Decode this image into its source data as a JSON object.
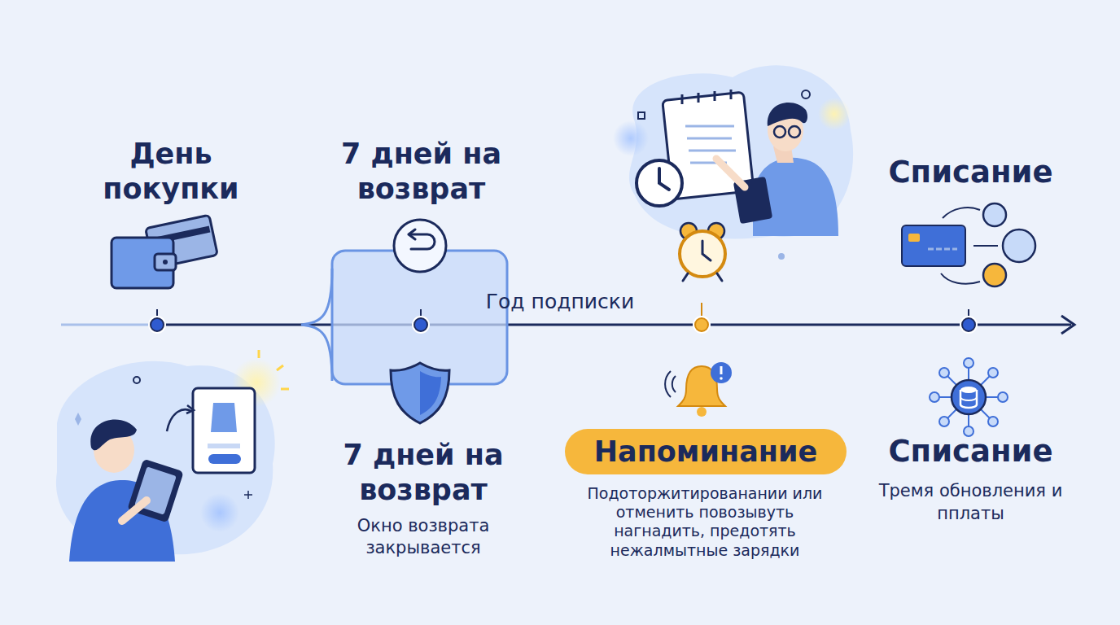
{
  "diagram": {
    "nodes": [
      {
        "text": [
          "Напоминание"
        ]
      }
    ],
    "labels": [
      "День покупки",
      "7 дней на возврат",
      "Год подписки",
      "Списание",
      "7 дней на возврат",
      "Окно возврата закрывается",
      "Подоторжитированании или отменить повозывуть нагнадить, предотять нежалмытные зарядки",
      "Списание",
      "Тремя обновления и пплаты"
    ]
  }
}
